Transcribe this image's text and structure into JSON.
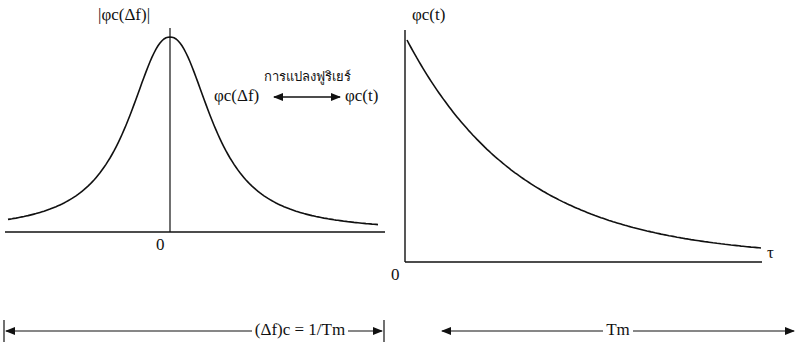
{
  "diagram": {
    "labels": [
      "|φc(Δf)|",
      "φc(t)",
      "φc(Δf)",
      "การแปลงฟูริเยร์",
      "φc(t)",
      "0",
      "0",
      "τ",
      "(Δf)c = 1/Tm",
      "Tm"
    ]
  }
}
